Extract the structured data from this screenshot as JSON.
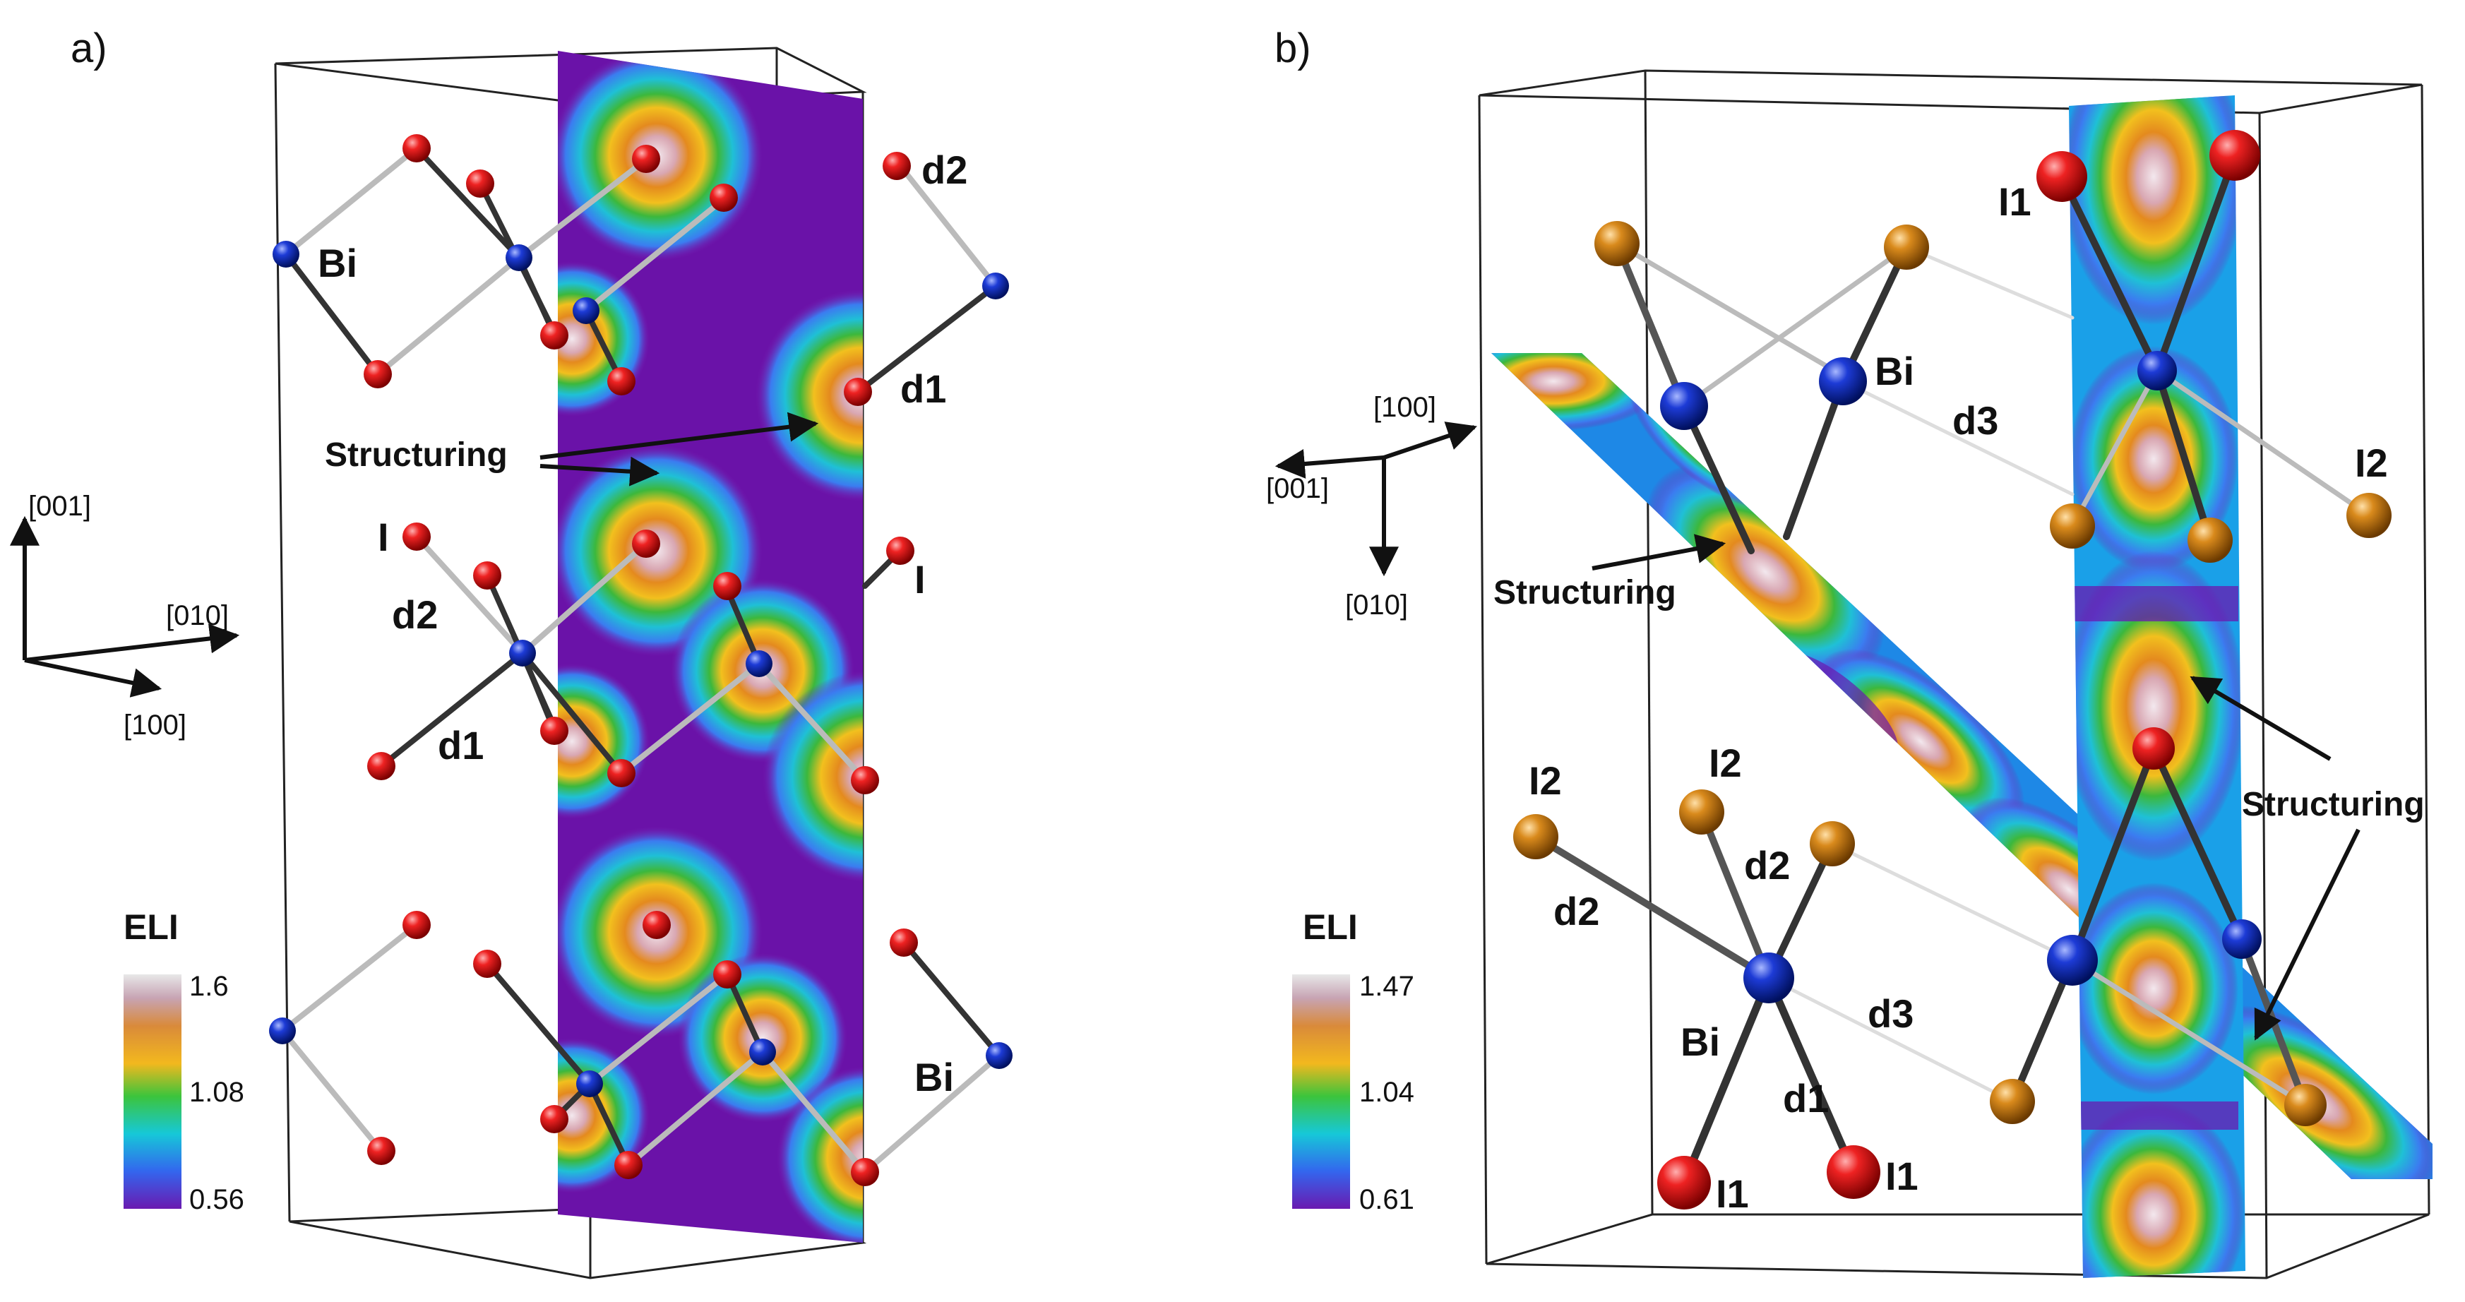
{
  "panel_a": {
    "label": "a)",
    "axes": {
      "up": "[001]",
      "right": "[010]",
      "down_right": "[100]"
    },
    "atom_labels": {
      "bi_top": "Bi",
      "bi_bottom": "Bi",
      "i_mid_left": "I",
      "i_mid_right": "I"
    },
    "bond_labels": {
      "d2_top": "d2",
      "d1_top": "d1",
      "d2_mid": "d2",
      "d1_mid": "d1"
    },
    "annotation": "Structuring",
    "colorbar": {
      "title": "ELI",
      "max": "1.6",
      "mid": "1.08",
      "min": "0.56"
    }
  },
  "panel_b": {
    "label": "b)",
    "axes": {
      "right": "[100]",
      "left": "[001]",
      "down": "[010]"
    },
    "atom_labels": {
      "i1_top": "I1",
      "bi_top": "Bi",
      "i2_right": "I2",
      "i2_a": "I2",
      "i2_b": "I2",
      "bi_bottom": "Bi",
      "i1_b1": "I1",
      "i1_b2": "I1"
    },
    "bond_labels": {
      "d3_top": "d3",
      "d2_a": "d2",
      "d2_b": "d2",
      "d3_b": "d3",
      "d1_b": "d1"
    },
    "annotation_left": "Structuring",
    "annotation_right": "Structuring",
    "colorbar": {
      "title": "ELI",
      "max": "1.47",
      "mid": "1.04",
      "min": "0.61"
    }
  }
}
